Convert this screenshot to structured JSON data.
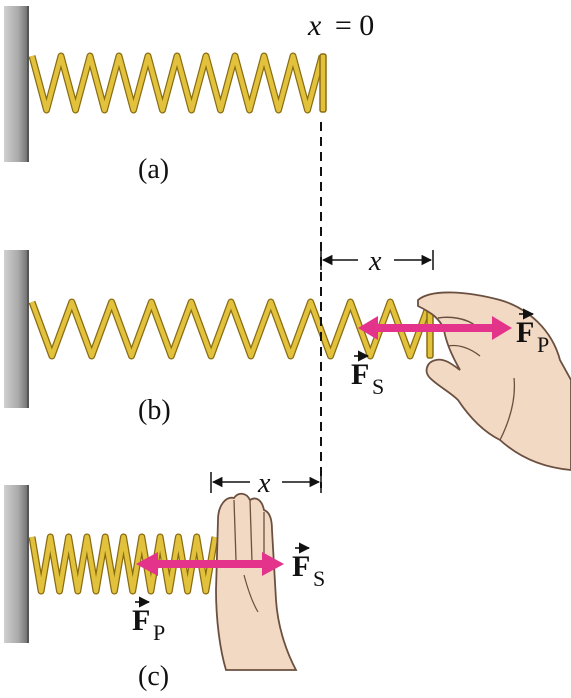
{
  "origin_label": {
    "var": "x",
    "eq": "= 0"
  },
  "panels": [
    {
      "id": "a",
      "label": "(a)"
    },
    {
      "id": "b",
      "label": "(b)",
      "displacement": "x",
      "force_right": {
        "main": "F",
        "sub": "P"
      },
      "force_left": {
        "main": "F",
        "sub": "S"
      }
    },
    {
      "id": "c",
      "label": "(c)",
      "displacement": "x",
      "force_right": {
        "main": "F",
        "sub": "S"
      },
      "force_left": {
        "main": "F",
        "sub": "P"
      }
    }
  ],
  "colors": {
    "spring": "#e2c13c",
    "spring_dark": "#8a6d12",
    "arrow": "#e4338a",
    "wall": "#8e8e8e",
    "skin": "#f2d9c4"
  }
}
